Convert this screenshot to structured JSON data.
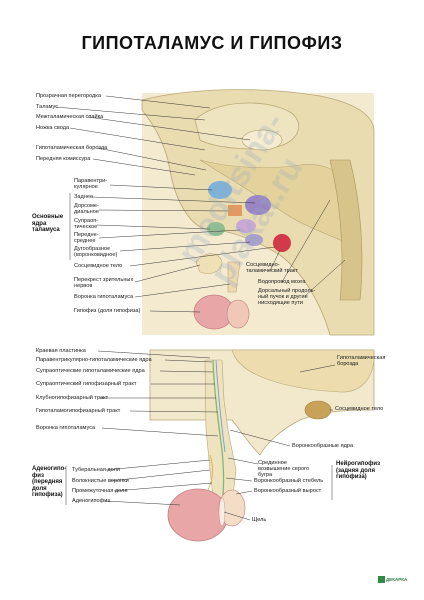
{
  "title": "ГИПОТАЛАМУС И ГИПОФИЗ",
  "top_labels": {
    "l1": "Прозрачная перегородка",
    "l2": "Таламус",
    "l3": "Межталамическая спайка",
    "l4": "Ножка свода",
    "l5": "Гипоталамическая борозда",
    "l6": "Передняя комиссура",
    "l7": "Паравентри-кулярное",
    "l8": "Заднее",
    "l9": "Дорсоме-диальное",
    "l10": "Супраоп-тическое",
    "l11": "Передне-среднее",
    "l12": "Дугообразное (воронковидное)",
    "l13": "Сосцевидное тело",
    "l14": "Перекрест зрительных нервов",
    "l15": "Воронка гипоталамуса",
    "l16": "Гипофиз (доля гипофиза)",
    "r1": "Сосцевидно-таламический тракт",
    "r2": "Водопровод мозга",
    "r3": "Дорсальный продоль-ный пучок и другие нисходящие пути",
    "group": "Основные ядра таламуса"
  },
  "bottom_labels": {
    "b1": "Краевая пластинка",
    "b2": "Паравентрикулярно-гипоталамические ядра",
    "b3": "Супраоптические гипоталамические ядра",
    "b4": "Супраоптический гипофизарный тракт",
    "b5": "Клубногипофизарный тракт",
    "b6": "Гипоталамогипофизарный тракт",
    "b7": "Воронка гипоталамуса",
    "b8": "Туберальная доля",
    "b9": "Волокнистые воронки",
    "b10": "Промежуточная доля",
    "b11": "Аденогипофиз",
    "r1": "Гипоталамическая борозда",
    "r2": "Сосцевидное тело",
    "r3": "Воронкообразные ядра",
    "r4": "Срединное возвышение серого бугра",
    "r5": "Воронкообразный стебель",
    "r6": "Воронкообразный вырост",
    "r7": "Щель",
    "group_left": "Аденогипо-физ (передняя доля гипофиза)",
    "group_right": "Нейрогипофиз (задняя доля гипофиза)"
  },
  "watermark": "meditsina-plakat.ru",
  "logo": "ДЕКАРКА",
  "colors": {
    "brain": "#f0e6c3",
    "brain_shadow": "#d9c78f",
    "pituitary": "#e8a6a6",
    "nucleus_blue": "#7fb2d9",
    "nucleus_purple": "#9a86c2",
    "nucleus_green": "#8fbf8f",
    "nucleus_red": "#d23a4a",
    "nucleus_orange": "#e19a5f"
  }
}
